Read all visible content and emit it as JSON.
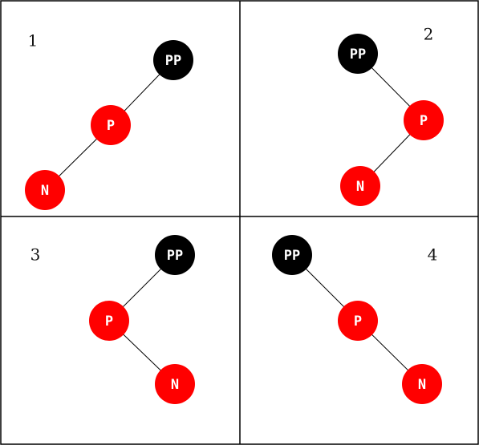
{
  "colors": {
    "red": "#ff0000",
    "black": "#000000",
    "label": "#ffffff"
  },
  "cases": [
    {
      "number": "1",
      "nodes": [
        {
          "id": "pp",
          "label": "PP",
          "color": "black"
        },
        {
          "id": "p",
          "label": "P",
          "color": "red"
        },
        {
          "id": "n",
          "label": "N",
          "color": "red"
        }
      ],
      "edges": [
        [
          "pp",
          "p"
        ],
        [
          "p",
          "n"
        ]
      ]
    },
    {
      "number": "2",
      "nodes": [
        {
          "id": "pp",
          "label": "PP",
          "color": "black"
        },
        {
          "id": "p",
          "label": "P",
          "color": "red"
        },
        {
          "id": "n",
          "label": "N",
          "color": "red"
        }
      ],
      "edges": [
        [
          "pp",
          "p"
        ],
        [
          "p",
          "n"
        ]
      ]
    },
    {
      "number": "3",
      "nodes": [
        {
          "id": "pp",
          "label": "PP",
          "color": "black"
        },
        {
          "id": "p",
          "label": "P",
          "color": "red"
        },
        {
          "id": "n",
          "label": "N",
          "color": "red"
        }
      ],
      "edges": [
        [
          "pp",
          "p"
        ],
        [
          "p",
          "n"
        ]
      ]
    },
    {
      "number": "4",
      "nodes": [
        {
          "id": "pp",
          "label": "PP",
          "color": "black"
        },
        {
          "id": "p",
          "label": "P",
          "color": "red"
        },
        {
          "id": "n",
          "label": "N",
          "color": "red"
        }
      ],
      "edges": [
        [
          "pp",
          "p"
        ],
        [
          "p",
          "n"
        ]
      ]
    }
  ]
}
